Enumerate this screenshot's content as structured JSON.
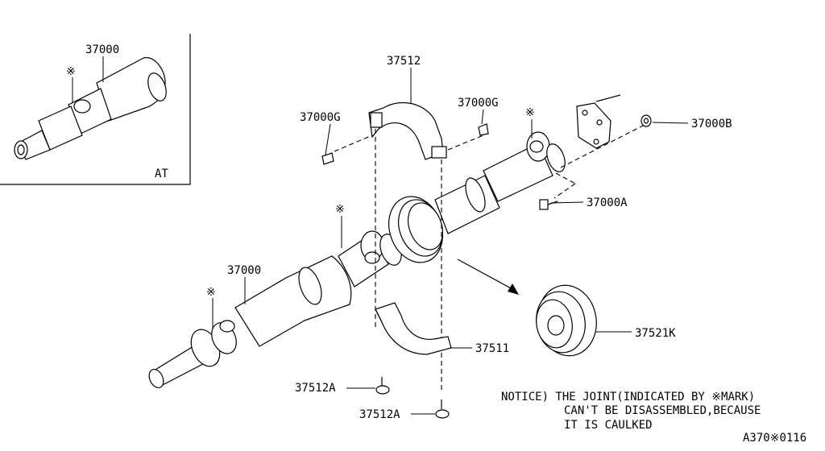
{
  "labels": {
    "inset_part": "37000",
    "inset_mark": "※",
    "inset_tag": "AT",
    "p37512_top": "37512",
    "p37000g_left": "37000G",
    "p37000g_right": "37000G",
    "p37000b": "37000B",
    "p37000a": "37000A",
    "p37000_main": "37000",
    "p37511": "37511",
    "p37521k": "37521K",
    "p37512a_1": "37512A",
    "p37512a_2": "37512A",
    "mark_1": "※",
    "mark_2": "※",
    "mark_3": "※"
  },
  "notice": {
    "line1": "NOTICE) THE JOINT(INDICATED BY ※MARK)",
    "line2": "CAN'T BE DISASSEMBLED,BECAUSE",
    "line3": "IT IS CAULKED"
  },
  "footer_code": "A370※0116"
}
